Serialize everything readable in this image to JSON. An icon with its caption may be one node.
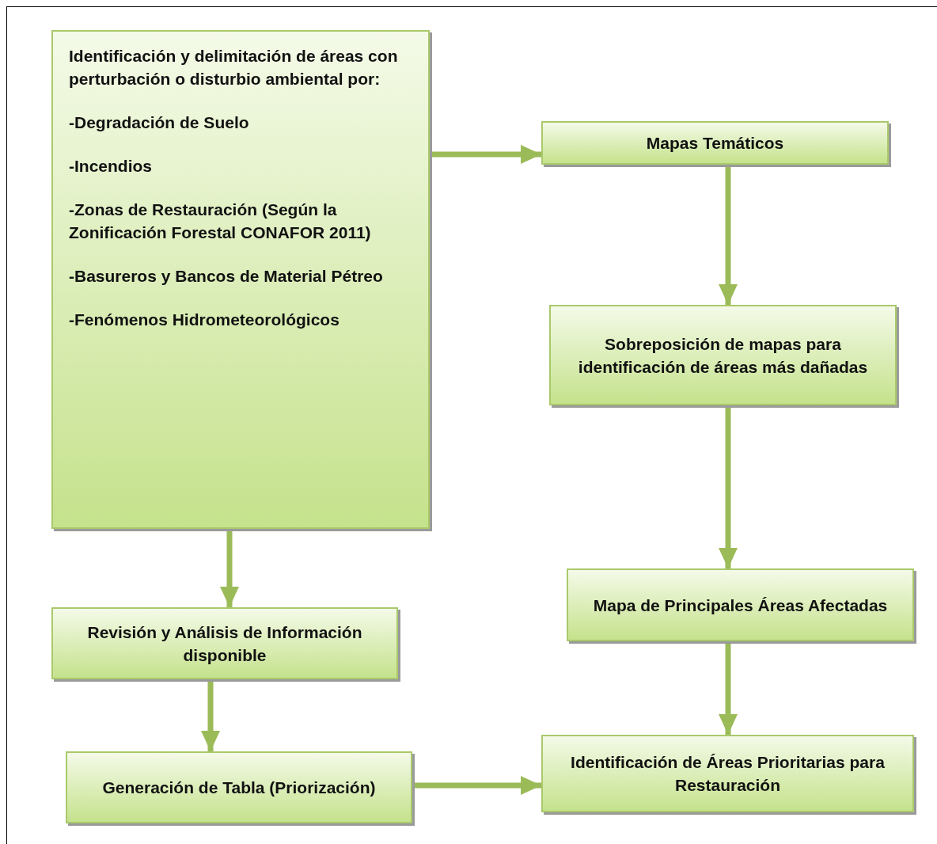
{
  "diagram": {
    "nodes": [
      {
        "text": [
          "Identificación y delimitación de áreas con perturbación o disturbio ambiental por:",
          "-Degradación de Suelo",
          "-Incendios",
          "-Zonas de Restauración (Según la Zonificación Forestal CONAFOR 2011)",
          "-Basureros y Bancos de Material Pétreo",
          "-Fenómenos Hidrometeorológicos"
        ]
      },
      {
        "text": [
          "Mapas Temáticos"
        ]
      },
      {
        "text": [
          "Sobreposición de mapas para identificación de áreas más dañadas"
        ]
      },
      {
        "text": [
          "Mapa de Principales Áreas Afectadas"
        ]
      },
      {
        "text": [
          "Identificación de Áreas Prioritarias para Restauración"
        ]
      },
      {
        "text": [
          "Revisión y Análisis de Información disponible"
        ]
      },
      {
        "text": [
          "Generación de Tabla (Priorización)"
        ]
      }
    ],
    "edges": [
      {
        "from": 0,
        "to": 1,
        "arrow": "to"
      },
      {
        "from": 1,
        "to": 2,
        "arrow": "to"
      },
      {
        "from": 2,
        "to": 3,
        "arrow": "to"
      },
      {
        "from": 3,
        "to": 4,
        "arrow": "to"
      },
      {
        "from": 0,
        "to": 5,
        "arrow": "to"
      },
      {
        "from": 5,
        "to": 6,
        "arrow": "to"
      },
      {
        "from": 6,
        "to": 4,
        "arrow": "to"
      }
    ]
  }
}
